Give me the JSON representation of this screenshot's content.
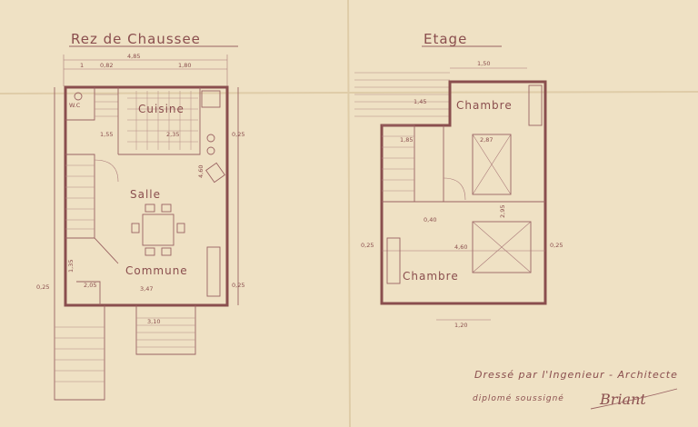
{
  "plans": {
    "ground": {
      "title": "Rez de Chaussee",
      "rooms": {
        "wc": "W.C",
        "kitchen": "Cuisine",
        "living_1": "Salle",
        "living_2": "Commune"
      },
      "dims": {
        "total_width": "4,85",
        "w1": "1",
        "w2": "0,82",
        "w3": "1,80",
        "d1": "1,55",
        "d2": "2,35",
        "d3": "0,25",
        "d4": "4,60",
        "d5": "1,35",
        "d6": "2,05",
        "d7": "3,47",
        "d8": "0,25",
        "d9": "0,25",
        "d10": "3,10"
      }
    },
    "upper": {
      "title": "Etage",
      "rooms": {
        "bedroom_top": "Chambre",
        "bedroom_bottom": "Chambre"
      },
      "dims": {
        "top_width": "1,50",
        "d1": "1,45",
        "d2": "2,87",
        "d3": "2,95",
        "d4": "4,60",
        "d5": "0,25",
        "d6": "0,25",
        "d7": "1,20",
        "d8": "0,40",
        "d9": "1,85"
      }
    }
  },
  "footer": {
    "line1": "Dressé par l'Ingenieur - Architecte",
    "line2": "diplomé soussigné",
    "signature": "Briant"
  },
  "colors": {
    "paper": "#efe1c4",
    "ink": "#8a4e4e"
  }
}
